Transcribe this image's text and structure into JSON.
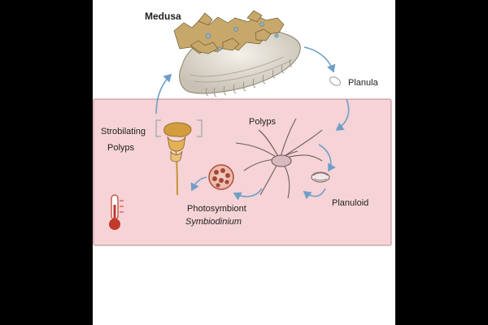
{
  "diagram": {
    "colors": {
      "background": "#000000",
      "panel": "#ffffff",
      "heat_zone": "#f6d3d6",
      "heat_zone_border": "#b98a8d",
      "arrow": "#6f9fc8",
      "bracket": "#9aa7b3",
      "thermometer": "#c0392b"
    },
    "labels": {
      "medusa": "Medusa",
      "planula": "Planula",
      "polyps": "Polyps",
      "strobilating_line1": "Strobilating",
      "strobilating_line2": "Polyps",
      "planuloid": "Planuloid",
      "photosymbiont": "Photosymbiont",
      "symbiodinium": "Symbiodinium"
    },
    "icons": [
      "thermometer-icon",
      "medusa-illustration",
      "planula-illustration",
      "polyp-illustration",
      "planuloid-illustration",
      "strobilating-polyp-illustration",
      "symbiodinium-cell-illustration"
    ]
  }
}
